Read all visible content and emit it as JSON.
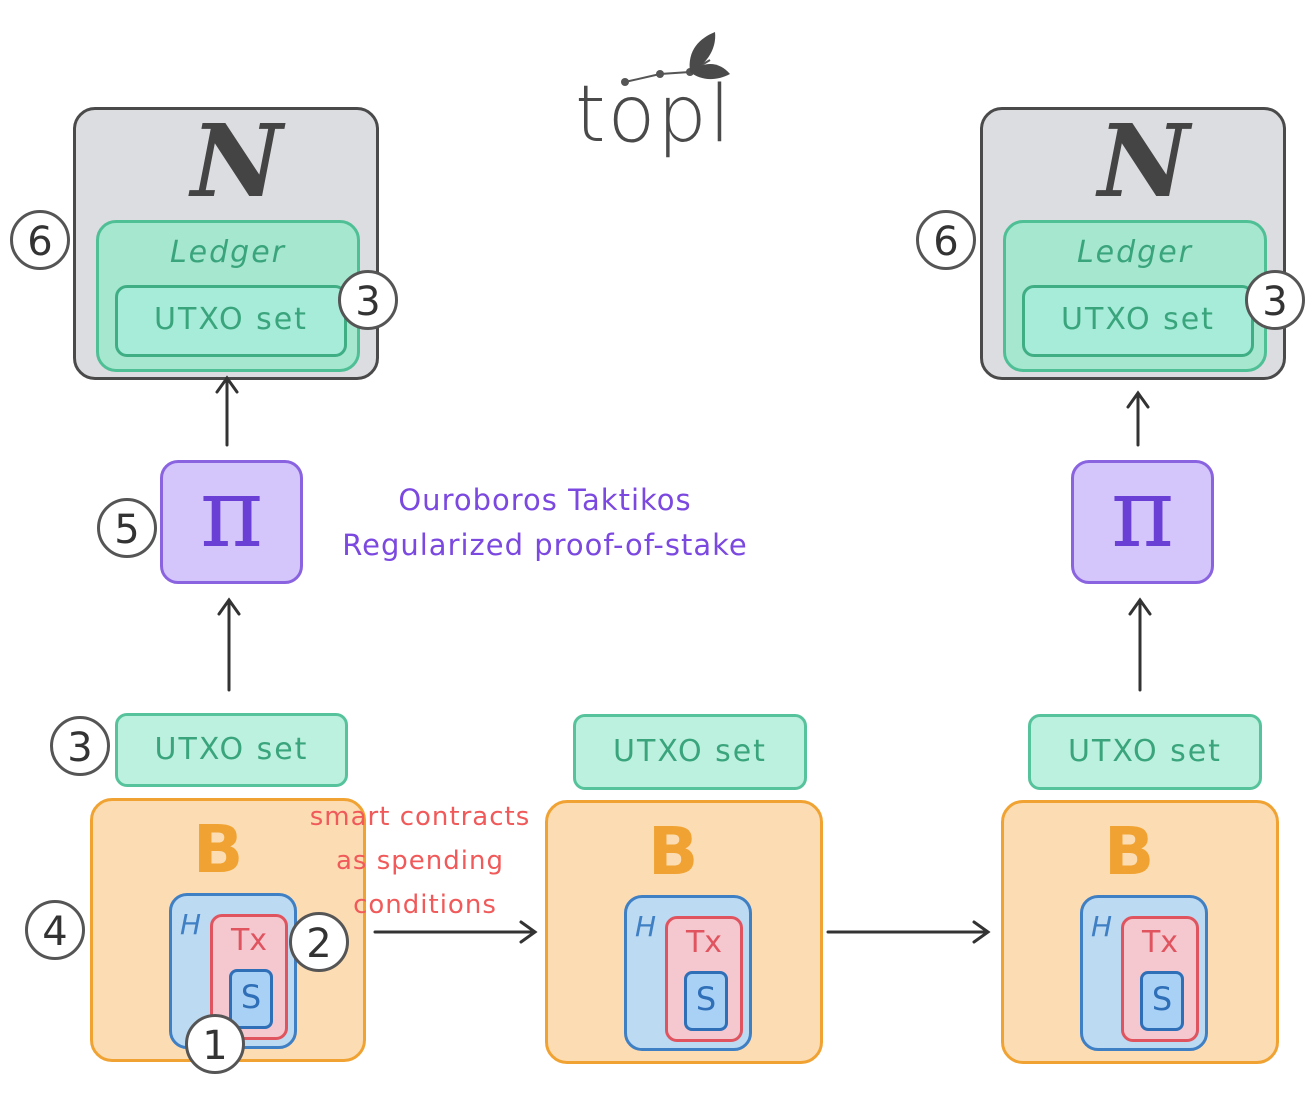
{
  "logo": {
    "text": "topl"
  },
  "node": {
    "symbol": "N",
    "ledger_label": "Ledger",
    "utxo_label": "UTXO set"
  },
  "consensus": {
    "symbol": "π",
    "caption_line1": "Ouroboros Taktikos",
    "caption_line2": "Regularized proof-of-stake"
  },
  "blocks": [
    {
      "utxo_label": "UTXO set",
      "block_letter": "B",
      "header_letter": "H",
      "tx_label": "Tx",
      "script_letter": "S"
    },
    {
      "utxo_label": "UTXO set",
      "block_letter": "B",
      "header_letter": "H",
      "tx_label": "Tx",
      "script_letter": "S"
    },
    {
      "utxo_label": "UTXO set",
      "block_letter": "B",
      "header_letter": "H",
      "tx_label": "Tx",
      "script_letter": "S"
    }
  ],
  "smart_contracts_note": {
    "line1": "smart contracts",
    "line2": "as spending",
    "line3": "conditions"
  },
  "markers": {
    "one": "1",
    "two": "2",
    "three": "3",
    "four": "4",
    "five": "5",
    "six": "6"
  },
  "colors": {
    "node_fill": "#dcdde0",
    "ledger_fill": "#a6e7d0",
    "utxo_fill": "#bdf1df",
    "consensus_fill": "#d4c5fb",
    "block_fill": "#fcdcb3",
    "header_fill": "#bcdaf1",
    "tx_fill": "#f5c8cf",
    "script_fill": "#a9d1f5",
    "caption_purple": "#7b48e0",
    "note_red": "#f05a5a",
    "block_orange": "#f0a332"
  }
}
